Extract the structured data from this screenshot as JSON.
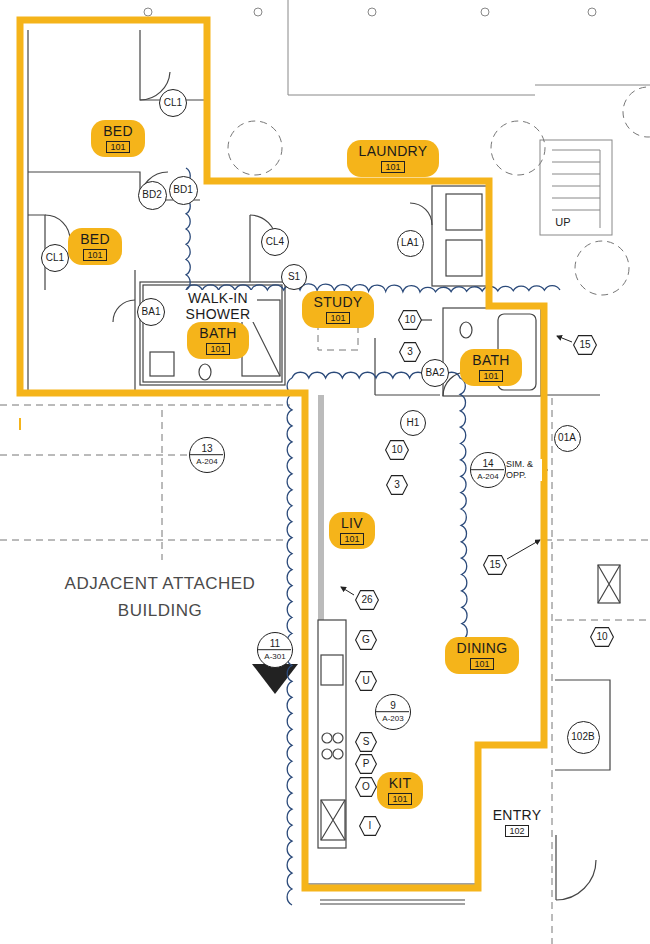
{
  "diagram": {
    "nodes": [
      {
        "text": [
          "CL1"
        ]
      },
      {
        "text": [
          "BED",
          "101"
        ]
      },
      {
        "text": [
          "LAUNDRY",
          "101"
        ]
      },
      {
        "text": [
          "BD2"
        ]
      },
      {
        "text": [
          "BD1"
        ]
      },
      {
        "text": [
          "BED",
          "101"
        ]
      },
      {
        "text": [
          "CL1"
        ]
      },
      {
        "text": [
          "CL4"
        ]
      },
      {
        "text": [
          "LA1"
        ]
      },
      {
        "text": [
          "S1"
        ]
      },
      {
        "text": [
          "STUDY",
          "101"
        ]
      },
      {
        "text": [
          "BA1"
        ]
      },
      {
        "text": [
          "WALK-IN SHOWER",
          "BATH",
          "101"
        ]
      },
      {
        "text": [
          "10"
        ]
      },
      {
        "text": [
          "15"
        ]
      },
      {
        "text": [
          "3"
        ]
      },
      {
        "text": [
          "BA2"
        ]
      },
      {
        "text": [
          "BATH",
          "101"
        ]
      },
      {
        "text": [
          "H1"
        ]
      },
      {
        "text": [
          "01A"
        ]
      },
      {
        "text": [
          "10"
        ]
      },
      {
        "text": [
          "13",
          "A-204"
        ]
      },
      {
        "text": [
          "14",
          "A-204"
        ]
      },
      {
        "text": [
          "3"
        ]
      },
      {
        "text": [
          "LIV",
          "101"
        ]
      },
      {
        "text": [
          "15"
        ]
      },
      {
        "text": [
          "26"
        ]
      },
      {
        "text": [
          "10"
        ]
      },
      {
        "text": [
          "G"
        ]
      },
      {
        "text": [
          "11",
          "A-301"
        ]
      },
      {
        "text": [
          "DINING",
          "101"
        ]
      },
      {
        "text": [
          "U"
        ]
      },
      {
        "text": [
          "9",
          "A-203"
        ]
      },
      {
        "text": [
          "102B"
        ]
      },
      {
        "text": [
          "S"
        ]
      },
      {
        "text": [
          "P"
        ]
      },
      {
        "text": [
          "O"
        ]
      },
      {
        "text": [
          "KIT",
          "101"
        ]
      },
      {
        "text": [
          "ENTRY",
          "102"
        ]
      },
      {
        "text": [
          "I"
        ]
      }
    ],
    "labels": [
      "UP",
      "SIM. & OPP.",
      "ADJACENT ATTACHED BUILDING"
    ]
  }
}
